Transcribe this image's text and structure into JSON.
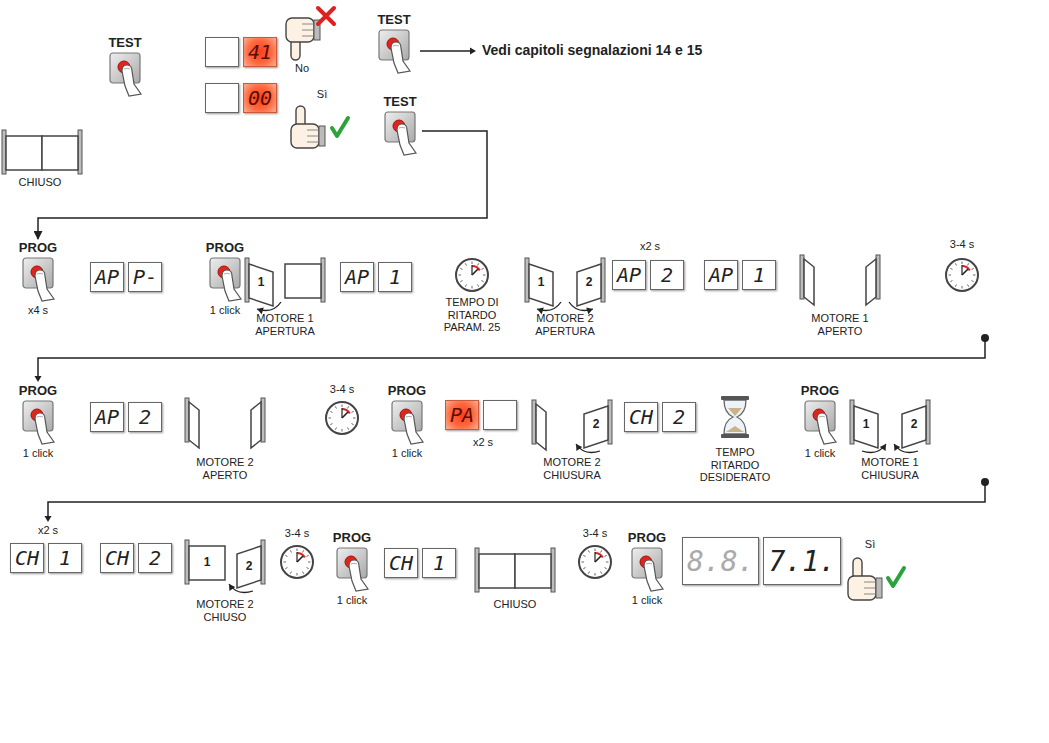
{
  "diagram": {
    "nodes": [
      {
        "text": [
          "TEST"
        ]
      },
      {
        "text": [
          "41"
        ]
      },
      {
        "text": [
          "TEST"
        ]
      },
      {
        "text": [
          "00"
        ]
      },
      {
        "text": [
          "TEST"
        ]
      },
      {
        "text": [
          "PROG"
        ]
      },
      {
        "text": [
          "AP",
          "P-"
        ]
      },
      {
        "text": [
          "PROG"
        ]
      },
      {
        "text": [
          "AP",
          "1"
        ]
      },
      {
        "text": [
          "AP",
          "2"
        ]
      },
      {
        "text": [
          "AP",
          "1"
        ]
      },
      {
        "text": [
          "PROG"
        ]
      },
      {
        "text": [
          "AP",
          "2"
        ]
      },
      {
        "text": [
          "PROG"
        ]
      },
      {
        "text": [
          "PA"
        ]
      },
      {
        "text": [
          "CH",
          "2"
        ]
      },
      {
        "text": [
          "PROG"
        ]
      },
      {
        "text": [
          "CH",
          "1"
        ]
      },
      {
        "text": [
          "CH",
          "2"
        ]
      },
      {
        "text": [
          "PROG"
        ]
      },
      {
        "text": [
          "CH",
          "1"
        ]
      },
      {
        "text": [
          "PROG"
        ]
      },
      {
        "text": [
          "8.8.",
          "7.1."
        ]
      }
    ],
    "edges": [
      {
        "from": 4,
        "to": 5,
        "arrow": "to"
      }
    ],
    "labels": [
      "CHIUSO",
      "No",
      "Sì",
      "Vedi capitoli segnalazioni 14 e 15",
      "x4 s",
      "1 click",
      "1",
      "MOTORE 1 APERTURA",
      "TEMPO DI RITARDO PARAM. 25",
      "1",
      "2",
      "MOTORE 2 APERTURA",
      "x2 s",
      "MOTORE 1 APERTO",
      "3-4 s",
      "1 click",
      "MOTORE 2 APERTO",
      "3-4 s",
      "1 click",
      "x2 s",
      "2",
      "MOTORE 2 CHIUSURA",
      "TEMPO RITARDO DESIDERATO",
      "1 click",
      "1",
      "2",
      "MOTORE 1 CHIUSURA",
      "x2 s",
      "1",
      "2",
      "MOTORE 2 CHIUSO",
      "3-4 s",
      "1 click",
      "CHIUSO",
      "3-4 s",
      "1 click",
      "Sì"
    ]
  }
}
